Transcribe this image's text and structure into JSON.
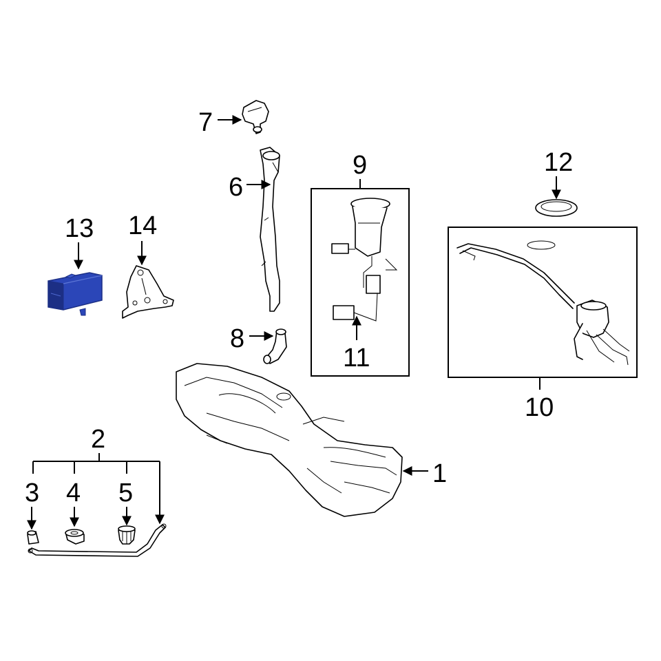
{
  "callouts": {
    "c1": "1",
    "c2": "2",
    "c3": "3",
    "c4": "4",
    "c5": "5",
    "c6": "6",
    "c7": "7",
    "c8": "8",
    "c9": "9",
    "c10": "10",
    "c11": "11",
    "c12": "12",
    "c13": "13",
    "c14": "14"
  },
  "colors": {
    "highlight": "#2b46b8",
    "highlight_dark": "#1c2f85",
    "line": "#000000",
    "background": "#ffffff"
  },
  "highlighted_part": "13"
}
